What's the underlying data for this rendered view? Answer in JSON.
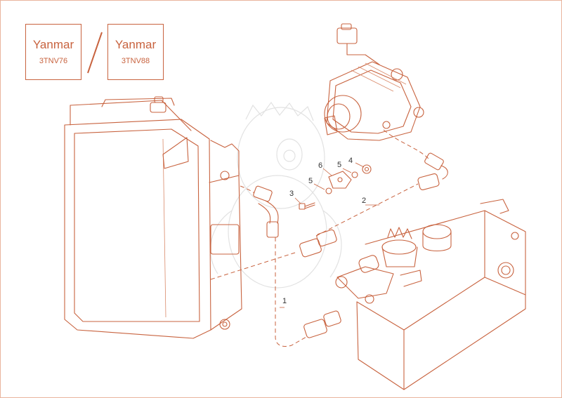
{
  "labels": [
    {
      "brand": "Yanmar",
      "model": "3TNV76"
    },
    {
      "brand": "Yanmar",
      "model": "3TNV88"
    }
  ],
  "callouts": [
    "1",
    "2",
    "3",
    "4",
    "5",
    "5",
    "6"
  ],
  "colors": {
    "line": "#c8633f",
    "frame": "#e9b49d",
    "watermark": "#e2e2e2"
  }
}
